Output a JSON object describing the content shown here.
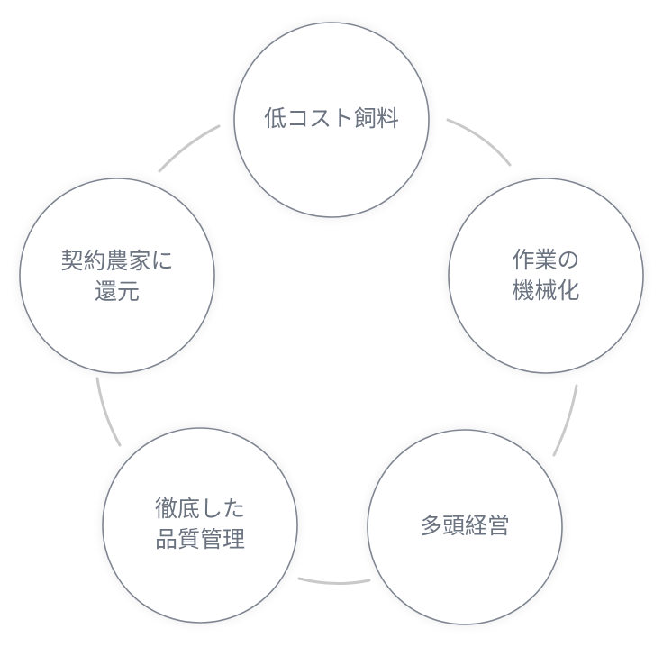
{
  "diagram": {
    "nodes": [
      {
        "lines": [
          "低コスト飼料"
        ]
      },
      {
        "lines": [
          "作業の",
          "機械化"
        ]
      },
      {
        "lines": [
          "多頭経営"
        ]
      },
      {
        "lines": [
          "徹底した",
          "品質管理"
        ]
      },
      {
        "lines": [
          "契約農家に",
          "還元"
        ]
      }
    ]
  }
}
